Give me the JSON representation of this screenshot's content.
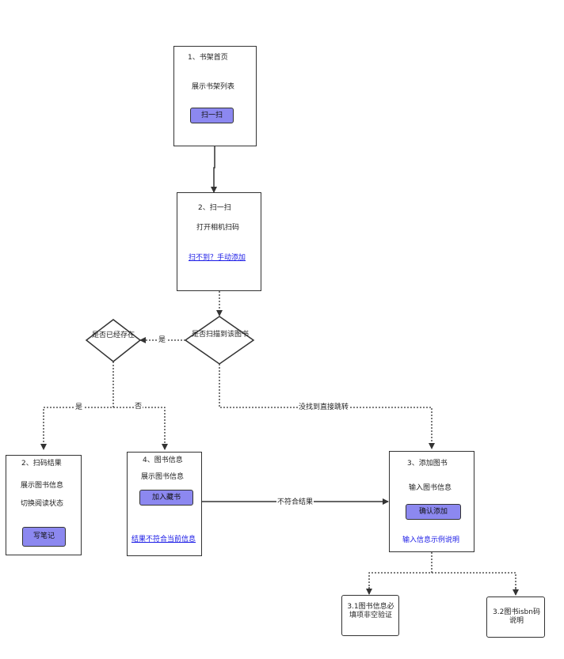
{
  "nodes": {
    "home": {
      "title": "1、书架首页",
      "desc": "展示书架列表",
      "button": "扫一扫"
    },
    "scan": {
      "title": "2、扫一扫",
      "desc": "打开相机扫码",
      "link": "扫不到？手动添加"
    },
    "scanned_q": {
      "text": "是否扫描到该图书"
    },
    "exists_q": {
      "text": "是否已经存在"
    },
    "result": {
      "title": "2、扫码结果",
      "line1": "展示图书信息",
      "line2": "切换阅读状态",
      "button": "写笔记"
    },
    "bookinfo": {
      "title": "4、图书信息",
      "desc": "展示图书信息",
      "button": "加入藏书",
      "link": "结果不符合当前信息"
    },
    "addbook": {
      "title": "3、添加图书",
      "desc": "输入图书信息",
      "button": "确认添加",
      "link": "输入信息示例说明"
    },
    "note31": {
      "text": "3.1图书信息必填项非空验证"
    },
    "note32": {
      "text": "3.2图书isbn码说明"
    }
  },
  "edge_labels": {
    "yes1": "是",
    "yes2": "是",
    "no": "否",
    "not_found": "没找到直接跳转",
    "mismatch": "不符合结果"
  },
  "colors": {
    "button_fill": "#8c88f0",
    "link": "#1a1ae6",
    "stroke": "#333333"
  }
}
